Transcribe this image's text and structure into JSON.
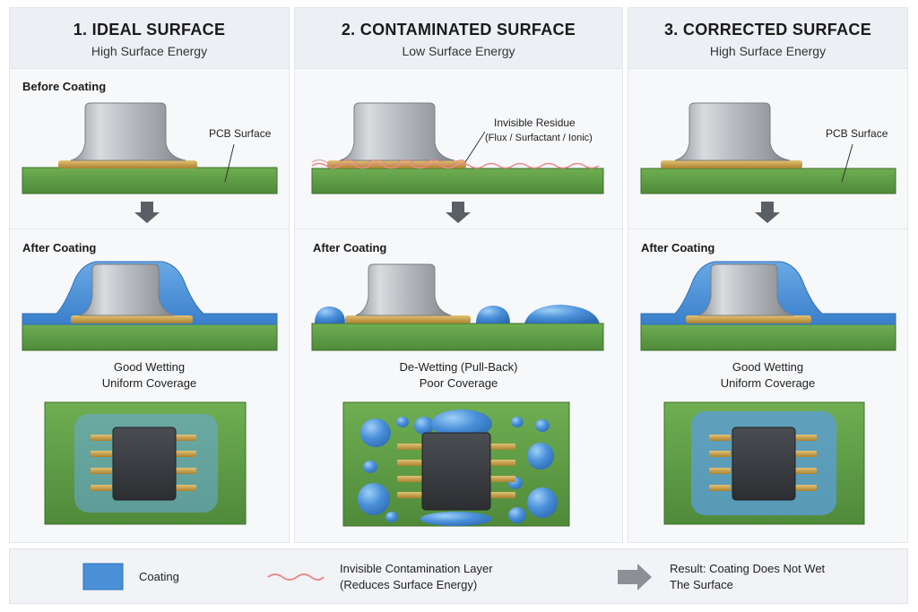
{
  "panels": [
    {
      "title": "1. IDEAL SURFACE",
      "subtitle": "High Surface Energy",
      "before_label": "Before Coating",
      "callout": "PCB Surface",
      "after_label": "After Coating",
      "result_line1": "Good Wetting",
      "result_line2": "Uniform Coverage"
    },
    {
      "title": "2. CONTAMINATED SURFACE",
      "subtitle": "Low Surface Energy",
      "callout_line1": "Invisible Residue",
      "callout_line2": "(Flux / Surfactant / Ionic)",
      "after_label": "After Coating",
      "result_line1": "De-Wetting (Pull-Back)",
      "result_line2": "Poor Coverage"
    },
    {
      "title": "3. CORRECTED SURFACE",
      "subtitle": "High Surface Energy",
      "callout": "PCB Surface",
      "after_label": "After Coating",
      "result_line1": "Good Wetting",
      "result_line2": "Uniform Coverage"
    }
  ],
  "legend": {
    "coating": "Coating",
    "contamination_line1": "Invisible Contamination Layer",
    "contamination_line2": "(Reduces Surface Energy)",
    "result_line1": "Result: Coating Does Not Wet",
    "result_line2": "The Surface"
  },
  "colors": {
    "pcb_green": "#5f9e47",
    "coating_blue": "#4a90d9",
    "contamination_red": "#e88a8a",
    "pad_gold": "#c9a24a",
    "arrow_gray": "#5a5f66"
  }
}
